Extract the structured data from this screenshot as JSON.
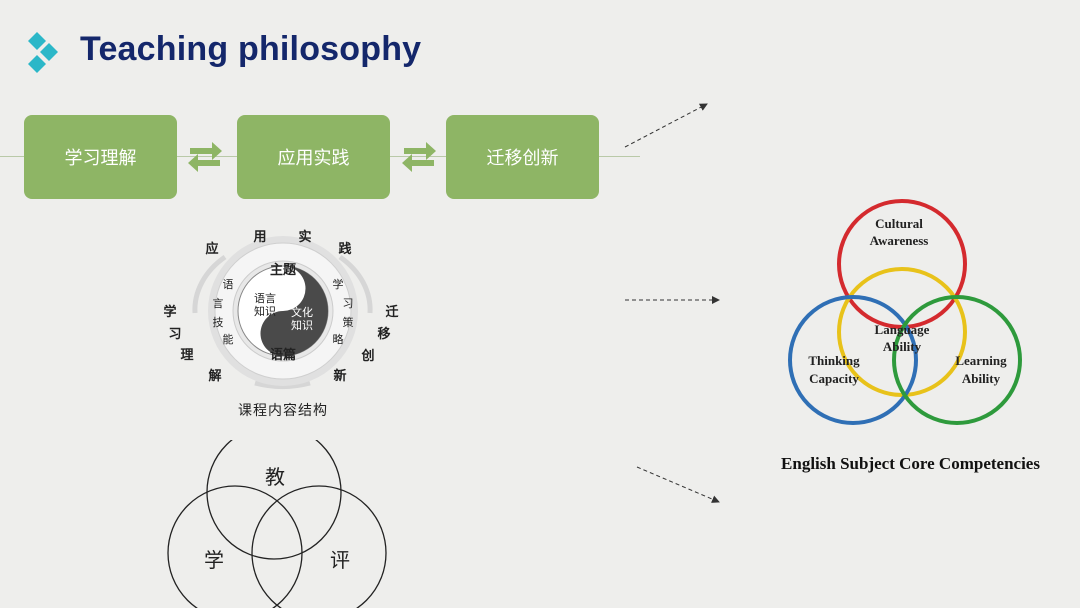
{
  "title": "Teaching philosophy",
  "colors": {
    "title": "#14276b",
    "logo": "#2bb7c8",
    "stage_fill": "#8eb565",
    "cultural": "#d42a2e",
    "language": "#e8c21a",
    "thinking": "#2f6fb5",
    "learning": "#2e9a3c"
  },
  "flow": {
    "stages": [
      "学习理解",
      "应用实践",
      "迁移创新"
    ]
  },
  "curriculum": {
    "outer_top": [
      "应",
      "用",
      "实",
      "践"
    ],
    "outer_left": [
      "学",
      "习",
      "理",
      "解"
    ],
    "outer_right": [
      "迁",
      "移",
      "创",
      "新"
    ],
    "ring_top": "主题",
    "ring_bottom": "语篇",
    "ring_left": [
      "语",
      "言",
      "技",
      "能"
    ],
    "ring_right": [
      "学",
      "习",
      "策",
      "略"
    ],
    "core_left": [
      "语言",
      "知识"
    ],
    "core_right": [
      "文化",
      "知识"
    ],
    "caption": "课程内容结构"
  },
  "triad": {
    "teach": "教",
    "learn": "学",
    "assess": "评"
  },
  "competencies": {
    "cultural": [
      "Cultural",
      "Awareness"
    ],
    "language": [
      "Language",
      "Ability"
    ],
    "thinking": [
      "Thinking",
      "Capacity"
    ],
    "learning": [
      "Learning",
      "Ability"
    ],
    "caption": "English  Subject Core Competencies"
  }
}
